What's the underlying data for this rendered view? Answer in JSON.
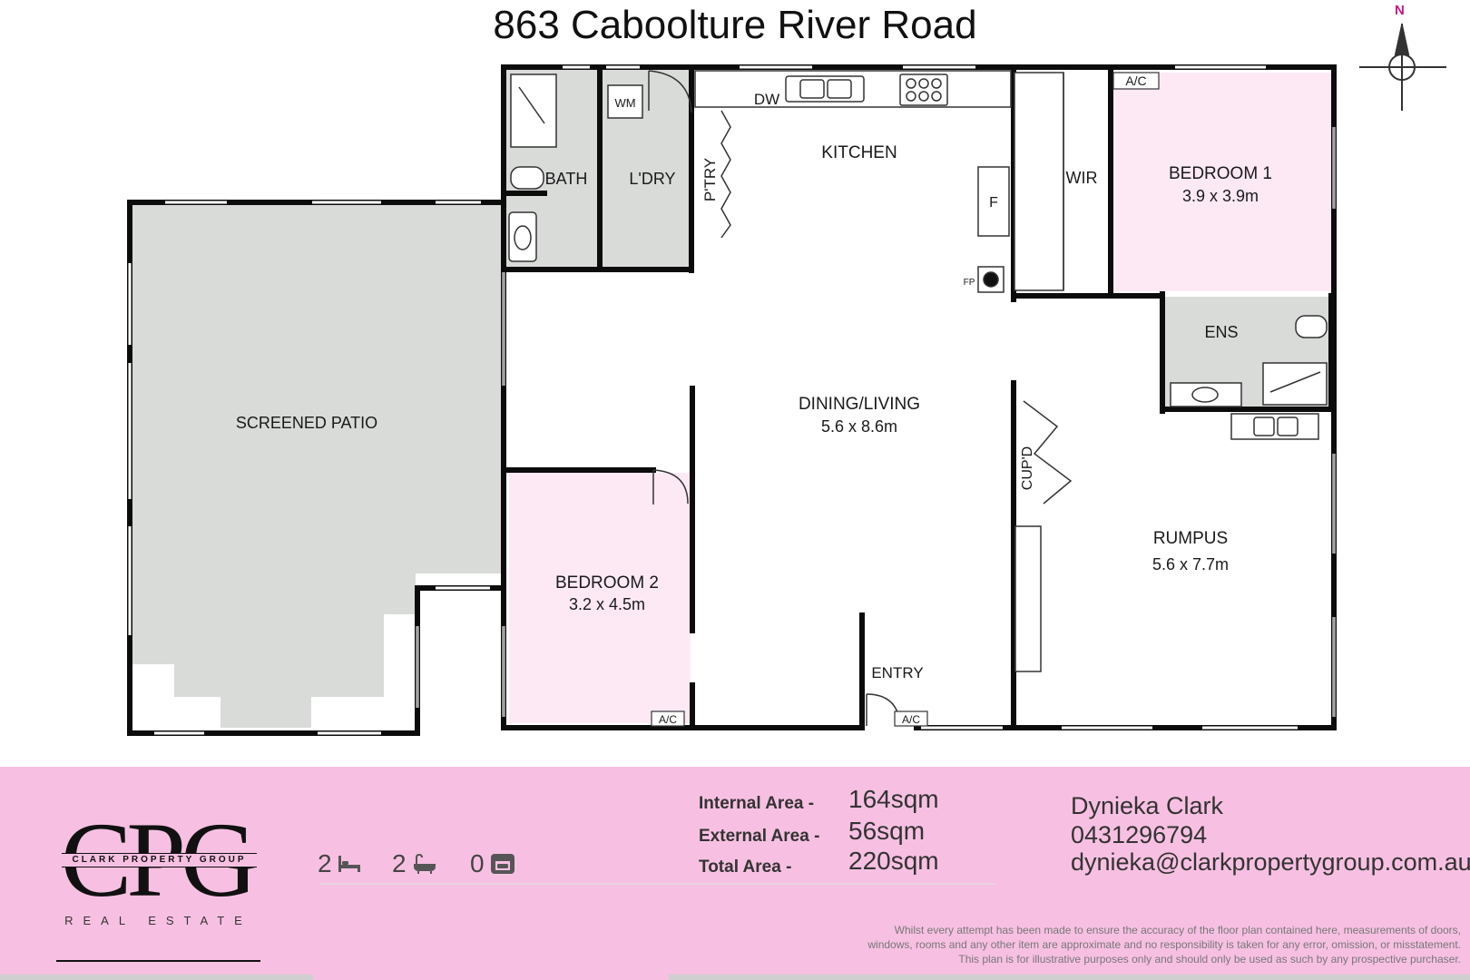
{
  "title": "863 Caboolture River Road",
  "compass": {
    "north_label": "N"
  },
  "rooms": {
    "screened_patio": "SCREENED PATIO",
    "bath": "BATH",
    "laundry": "L'DRY",
    "pantry": "P'TRY",
    "kitchen": "KITCHEN",
    "dishwasher": "DW",
    "washing_machine": "WM",
    "fridge": "F",
    "fireplace": "FP",
    "wir": "WIR",
    "bedroom1": "BEDROOM 1",
    "bedroom1_size": "3.9 x 3.9m",
    "ensuite": "ENS",
    "dining_living": "DINING/LIVING",
    "dining_living_size": "5.6 x 8.6m",
    "bedroom2": "BEDROOM 2",
    "bedroom2_size": "3.2 x 4.5m",
    "cupboard": "CUP'D",
    "rumpus": "RUMPUS",
    "rumpus_size": "5.6 x 7.7m",
    "entry": "ENTRY",
    "ac": "A/C"
  },
  "logo": {
    "main": "CPG",
    "band": "CLARK PROPERTY GROUP",
    "sub": "REAL ESTATE"
  },
  "stats": {
    "bedrooms": "2",
    "bathrooms": "2",
    "garages": "0"
  },
  "areas": {
    "internal_label": "Internal Area -",
    "internal_value": "164sqm",
    "external_label": "External Area -",
    "external_value": "56sqm",
    "total_label": "Total Area -",
    "total_value": "220sqm"
  },
  "agent": {
    "name": "Dynieka Clark",
    "phone": "0431296794",
    "email": "dynieka@clarkpropertygroup.com.au"
  },
  "disclaimer": {
    "line1": "Whilst every attempt has been made to ensure the accuracy of the floor plan contained here, measurements of doors,",
    "line2": "windows, rooms and any other item are approximate and no responsibility is taken for any error, omission, or misstatement.",
    "line3": "This plan is for illustrative purposes only and should only be used as such by any prospective purchaser."
  },
  "colors": {
    "footer": "#f7c0e2",
    "bedroom": "#fde9f4",
    "wet_area": "#d9dbd9",
    "wall": "#0c0c0c",
    "compass_n": "#c0198a"
  }
}
